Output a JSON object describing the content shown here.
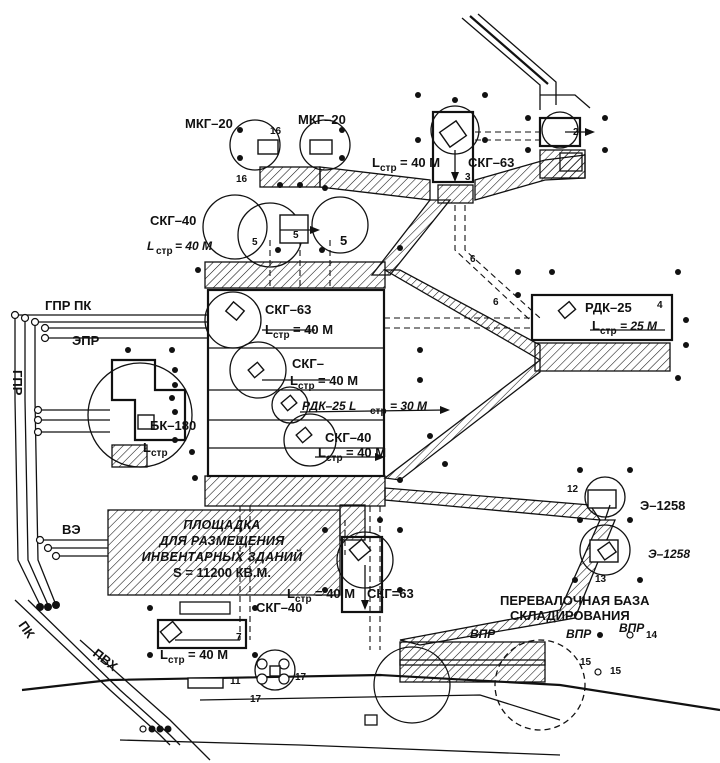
{
  "labels": {
    "mkg1": "МКГ–20",
    "mkg2": "МКГ–20",
    "num16a": "16",
    "num16b": "16",
    "skg63_top": "СКГ–63",
    "lstr_top": "L",
    "lstr_top_sub": "стр",
    "lstr_top_val": "= 40 М",
    "num3": "3",
    "num2": "2",
    "skg40_top": "СКГ–40",
    "lstr_skg40": "L",
    "lstr_skg40_sub": "стр",
    "lstr_skg40_val": "= 40 М",
    "num5a": "5",
    "num5b": "5",
    "num5c": "5",
    "num6a": "6",
    "num6b": "6",
    "gpr_pk": "ГПР  ПК",
    "epr": "ЭПР",
    "gpr_v": "ГПР",
    "skg63_mid": "СКГ–63",
    "lstr_mid": "L",
    "lstr_mid_sub": "стр",
    "lstr_mid_val": "= 40 М",
    "rdk25_right": "РДК–25",
    "num4": "4",
    "lstr_rdk": "L",
    "lstr_rdk_sub": "стр",
    "lstr_rdk_val": "= 25 М",
    "skg_dash": "СКГ–",
    "lstr_skg": "L",
    "lstr_skg_sub": "стр",
    "lstr_skg_val": "= 40 М",
    "rdk25_mid": "РДК–25 L",
    "rdk25_mid_sub": "стр",
    "rdk25_mid_val": "= 30 М",
    "bk180": "БК–180",
    "bk_lstr": "L",
    "bk_lstr_sub": "стр",
    "skg40_mid": "СКГ–40",
    "lstr_skg40b": "L",
    "lstr_skg40b_sub": "стр",
    "lstr_skg40b_val": "= 40 М",
    "num12": "12",
    "e1258a": "Э–1258",
    "e1258b": "Э–1258",
    "num13": "13",
    "ve": "ВЭ",
    "site_l1": "ПЛОЩАДКА",
    "site_l2": "ДЛЯ РАЗМЕЩЕНИЯ",
    "site_l3": "ИНВЕНТАРНЫХ ЗДАНИЙ",
    "site_l4": "S = 11200 КВ.М.",
    "lstr_bot": "L",
    "lstr_bot_sub": "стр",
    "lstr_bot_val": "= 40 М",
    "skg63_bot": "СКГ=63",
    "base_l1": "ПЕРЕВАЛОЧНАЯ БАЗА",
    "base_l2": "СКЛАДИРОВАНИЯ",
    "vpr1": "ВПР",
    "vpr2": "ВПР",
    "vpr3": "ВПР",
    "num14": "14",
    "num15a": "15",
    "num15b": "15",
    "skg40_bot": "СКГ–40",
    "lstr_skg40c": "L",
    "lstr_skg40c_sub": "стр",
    "lstr_skg40c_val": "= 40 М",
    "num7": "7",
    "num11": "11",
    "num17a": "17",
    "num17b": "17",
    "pk": "ПК",
    "pvkh": "ПВХ"
  }
}
